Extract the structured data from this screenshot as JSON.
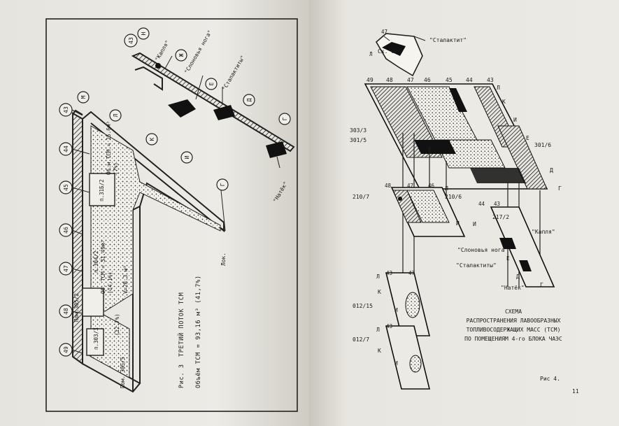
{
  "left_page": {
    "figure_caption": "Рис. 3",
    "figure_title": "ТРЕТИЙ ПОТОК ТСМ",
    "volume_line": "Объём ТСМ = 93,16 м³ (41,7%)",
    "room_numbers": [
      "43",
      "44",
      "45",
      "46",
      "47",
      "48",
      "49"
    ],
    "axis_letters": [
      "Н",
      "М",
      "Л",
      "К",
      "И",
      "Ж",
      "Е",
      "Д",
      "Г"
    ],
    "room_labels": [
      "п.31Б/2",
      "п.304/2",
      "Пом.305/2",
      "п.303/3",
      "Пом. 305/5"
    ],
    "volume_labels": [
      "Об. ТСМ = 31.49м³",
      "Об.м ТСМ = 15.6м³",
      "(14.1%)",
      "(7%)",
      "(12.7%)",
      "V=28.3 м³"
    ],
    "feature_labels": [
      "\"Капля\"",
      "\"Слоновья нога\"",
      "\"Сталактиты\"",
      "\"Натёк\"",
      "Лок."
    ]
  },
  "right_page": {
    "os_label": "Сх.\"ОР\"",
    "stalactite_label": "\"Сталактит\"",
    "top_axis_numbers": [
      "49",
      "48",
      "47",
      "46",
      "45",
      "44",
      "43"
    ],
    "ref_labels": [
      "303/3",
      "301/5",
      "301/6",
      "210/7",
      "210/6",
      "217/2",
      "012/15",
      "012/7"
    ],
    "side_letters": [
      "Л",
      "К",
      "И",
      "Е",
      "Д",
      "Г"
    ],
    "section_numbers": [
      "48",
      "47",
      "46",
      "44",
      "43",
      "43",
      "47",
      "43"
    ],
    "feature_labels": [
      "\"Капля\"",
      "\"Слоновья нога\"",
      "\"Сталактиты\"",
      "\"Натёк\""
    ],
    "title_lines": [
      "СХЕМА",
      "РАСПРОСТРАНЕНИЯ ЛАВООБРАЗНЫХ",
      "ТОПЛИВОСОДЕРЖАЩИХ МАСС (ТСМ)",
      "ПО ПОМЕЩЕНИЯМ 4-го БЛОКА ЧАЭС"
    ],
    "figure_caption": "Рис 4.",
    "page_number": "11"
  }
}
